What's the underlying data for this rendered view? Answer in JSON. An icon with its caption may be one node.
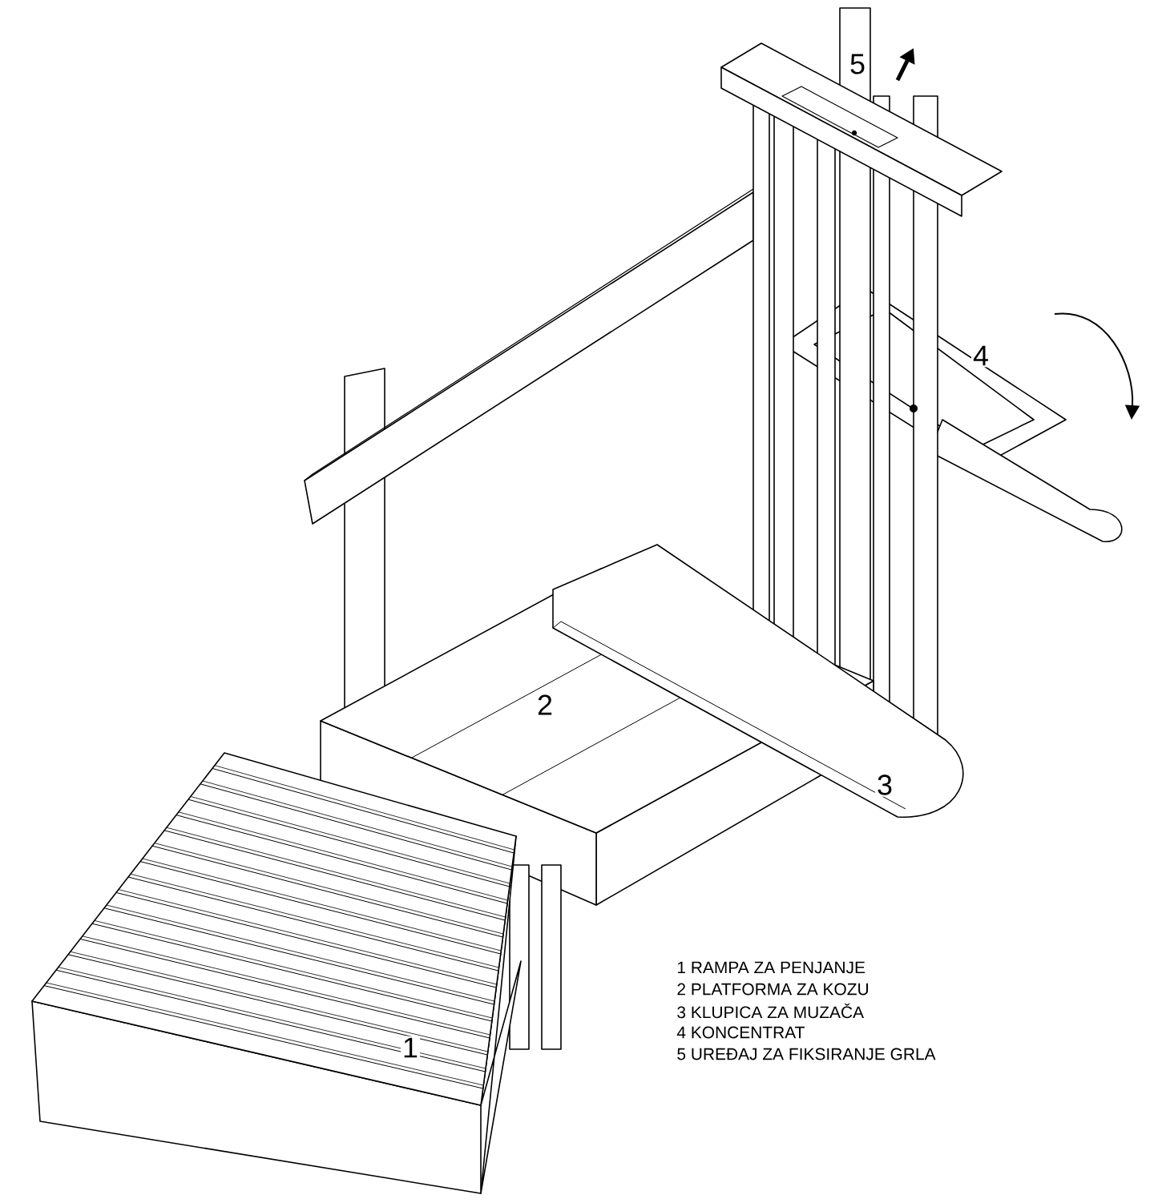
{
  "diagram": {
    "labels": [
      "5",
      "4",
      "2",
      "3",
      "1",
      "1 RAMPA ZA PENJANJE",
      "2 PLATFORMA ZA KOZU",
      "3 KLUPICA ZA MUZAČA",
      "4 KONCENTRAT",
      "5 UREĐAJ ZA FIKSIRANJE GRLA"
    ]
  }
}
